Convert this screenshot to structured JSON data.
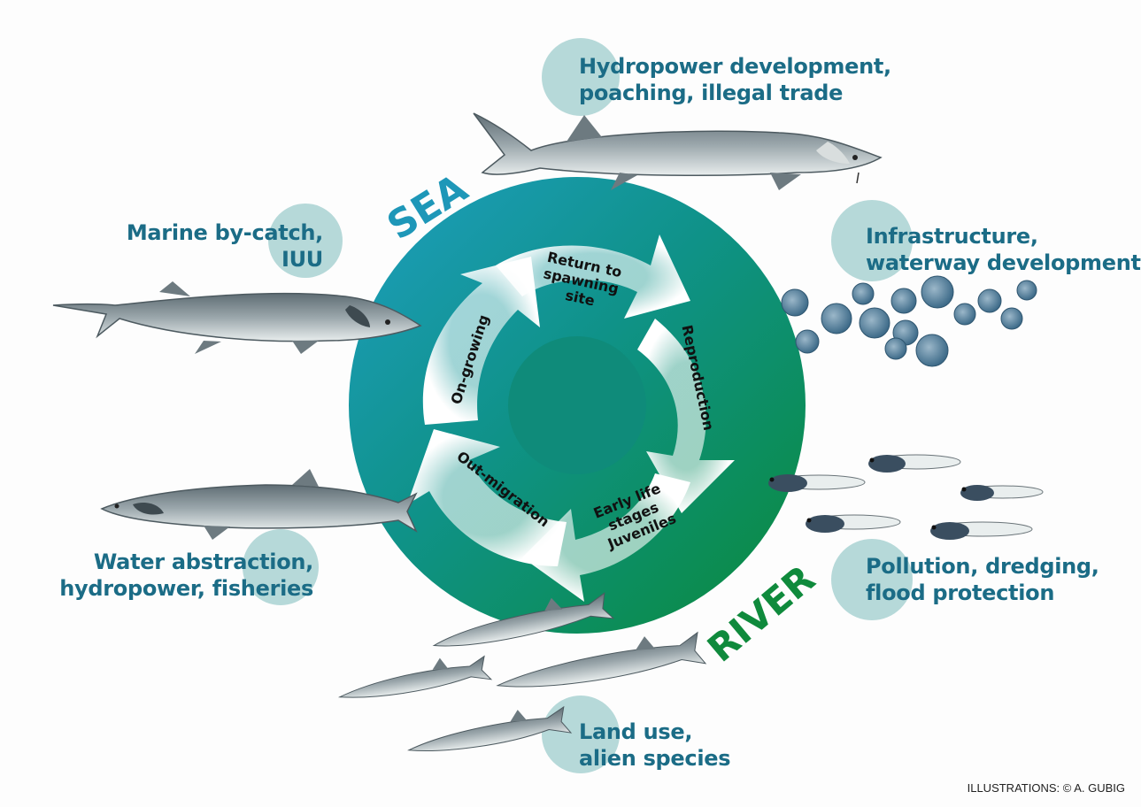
{
  "cycle": {
    "zones": {
      "sea": "SEA",
      "river": "RIVER"
    },
    "stages": [
      {
        "id": "return",
        "lines": [
          "Return to",
          "spawning",
          "site"
        ]
      },
      {
        "id": "reproduction",
        "lines": [
          "Reproduction"
        ]
      },
      {
        "id": "early",
        "lines": [
          "Early life",
          "stages",
          "Juveniles"
        ]
      },
      {
        "id": "outmigration",
        "lines": [
          "Out-migration"
        ]
      },
      {
        "id": "ongrowing",
        "lines": [
          "On-growing"
        ]
      }
    ]
  },
  "threats": {
    "hydropower_poaching": [
      "Hydropower development,",
      "poaching, illegal trade"
    ],
    "marine_bycatch": [
      "Marine by-catch,",
      "IUU"
    ],
    "infrastructure": [
      "Infrastructure,",
      "waterway development"
    ],
    "water_abstraction": [
      "Water abstraction,",
      "hydropower, fisheries"
    ],
    "pollution": [
      "Pollution, dredging,",
      "flood protection"
    ],
    "land_use": [
      "Land use,",
      "alien species"
    ]
  },
  "credit": "ILLUSTRATIONS: © A. GUBIG",
  "colors": {
    "sea": "#1e97b8",
    "river": "#0f8a3c",
    "bubble": "#b6d9d9",
    "threat_text": "#1b6c86",
    "fish_body": "#8e9aa1",
    "fish_belly": "#e9eeee",
    "egg": "#4d7c9a"
  }
}
